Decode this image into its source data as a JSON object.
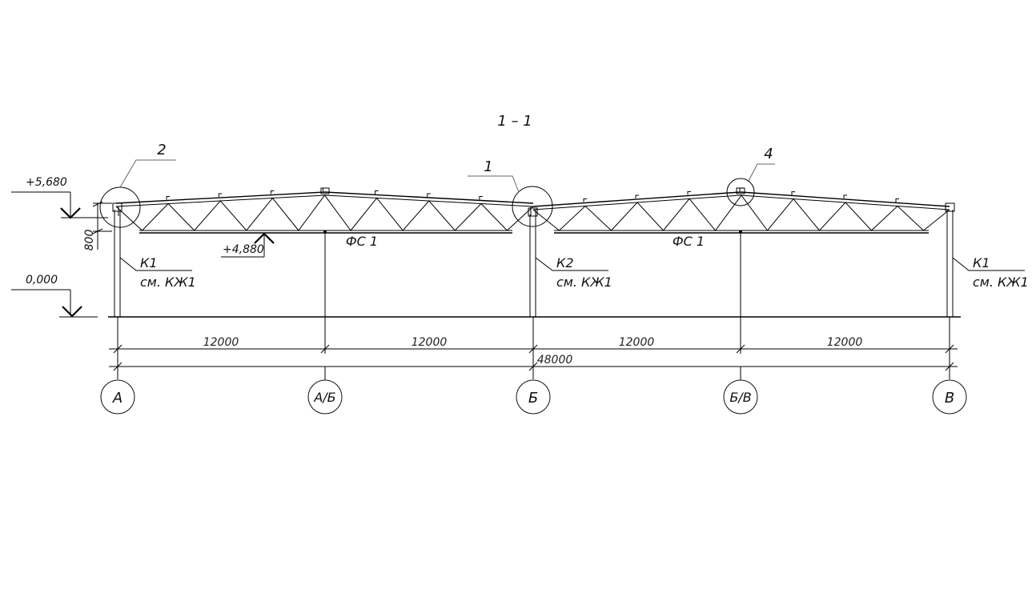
{
  "title": "1 – 1",
  "elevations": {
    "top": "+5,680",
    "bottom_chord": "+4,880",
    "ground": "0,000"
  },
  "truss_depth": "800",
  "truss_labels": [
    "ФС 1",
    "ФС 1"
  ],
  "columns": [
    {
      "mark": "К1",
      "ref": "см.  КЖ1"
    },
    {
      "mark": "К2",
      "ref": "см.  КЖ1"
    },
    {
      "mark": "К1",
      "ref": "см.  КЖ1"
    }
  ],
  "node_callouts": [
    "2",
    "1",
    "4"
  ],
  "span_dimensions": [
    "12000",
    "12000",
    "12000",
    "12000"
  ],
  "total_dimension": "48000",
  "axes": [
    "А",
    "А/Б",
    "Б",
    "Б/В",
    "В"
  ]
}
